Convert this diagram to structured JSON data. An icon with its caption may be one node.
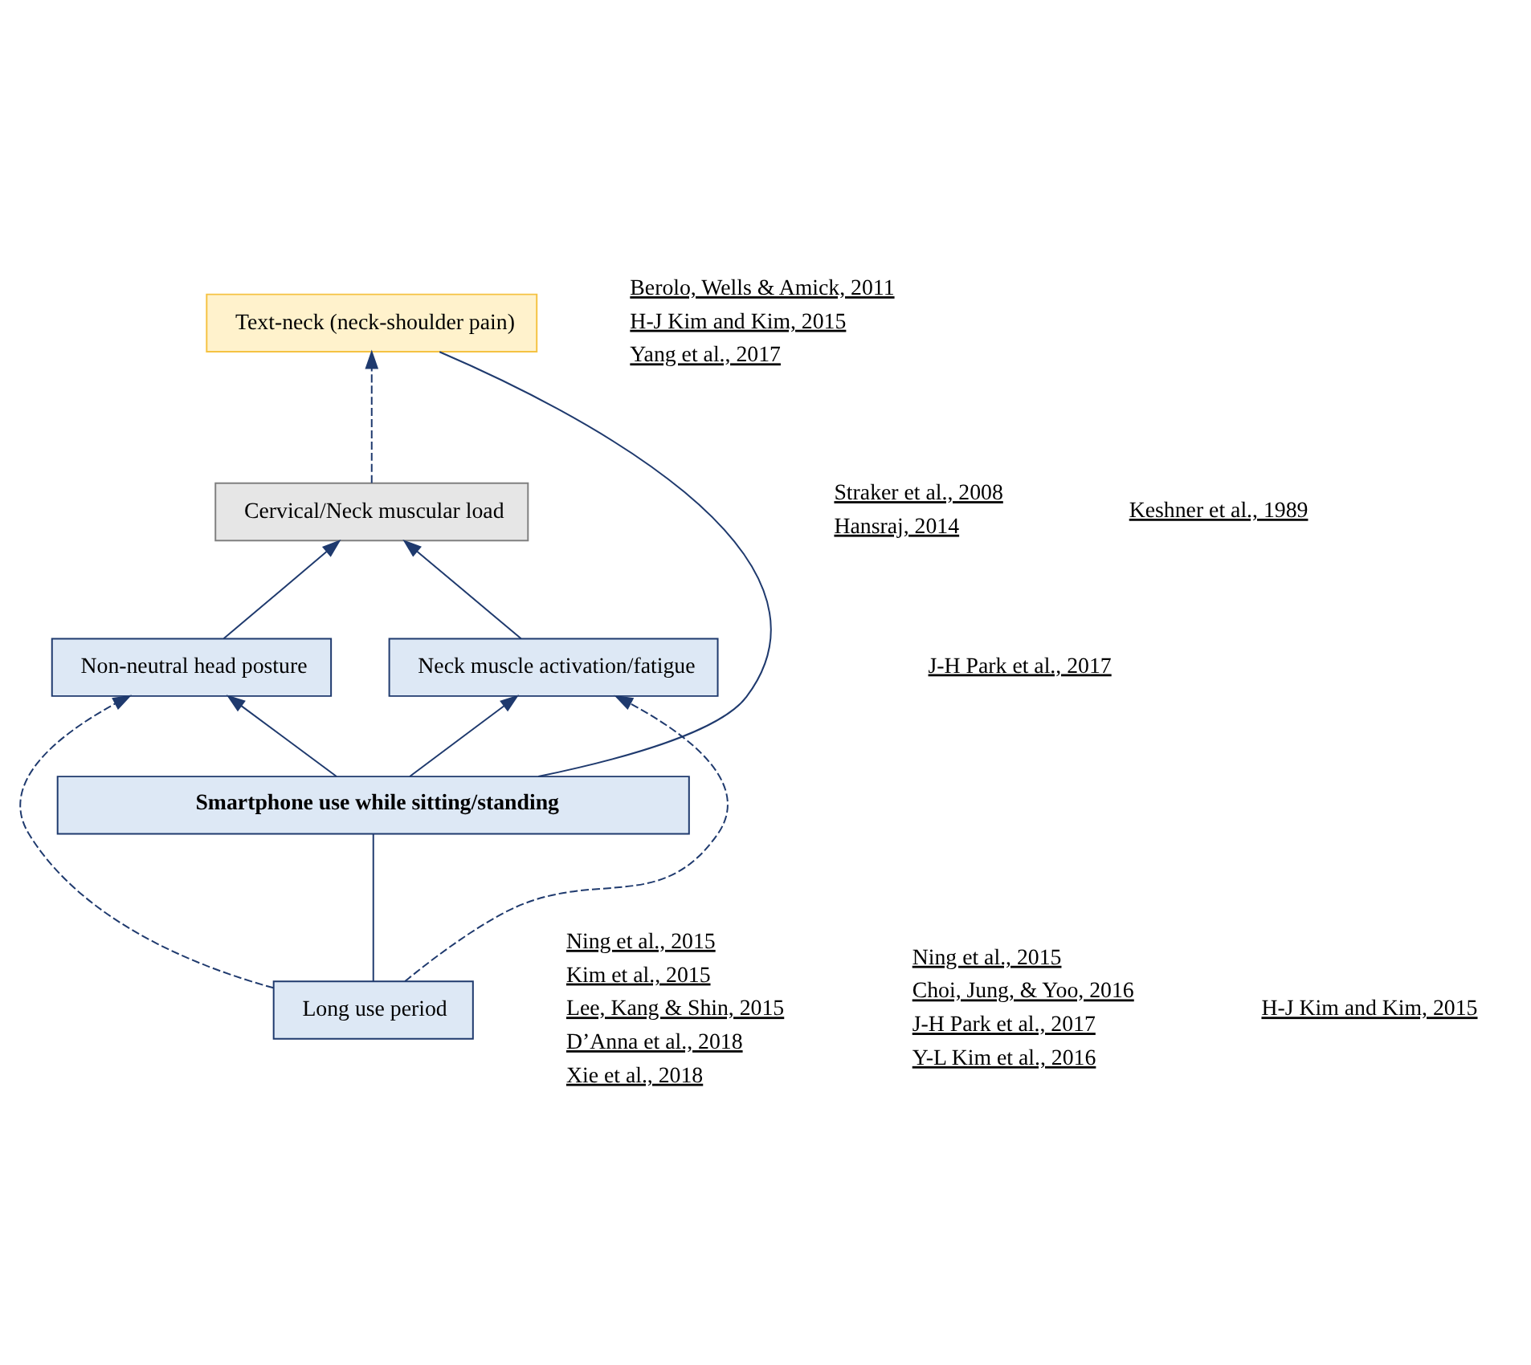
{
  "diagram": {
    "nodes": [
      {
        "text": [
          "Text-neck (neck-shoulder pain)"
        ]
      },
      {
        "text": [
          "Cervical/Neck muscular load"
        ]
      },
      {
        "text": [
          "Non-neutral head posture"
        ]
      },
      {
        "text": [
          "Neck muscle activation/fatigue"
        ]
      },
      {
        "text": [
          "Long use period"
        ]
      },
      {
        "text": [
          "Smartphone use while sitting/standing"
        ]
      }
    ],
    "edges": [
      {
        "from": 1,
        "to": 0,
        "arrow": "to",
        "style": "dashed"
      },
      {
        "from": 2,
        "to": 1,
        "arrow": "to"
      },
      {
        "from": 3,
        "to": 1,
        "arrow": "to"
      },
      {
        "from": 4,
        "to": 2,
        "arrow": "to",
        "style": "dashed"
      },
      {
        "from": 4,
        "to": 3,
        "arrow": "to",
        "style": "dashed"
      },
      {
        "from": 4,
        "to": 5,
        "arrow": "none"
      },
      {
        "from": 5,
        "to": 2,
        "arrow": "to"
      },
      {
        "from": 5,
        "to": 3,
        "arrow": "to"
      },
      {
        "from": 5,
        "to": 0,
        "arrow": "none"
      }
    ],
    "labels": [
      "Berolo, Wells & Amick, 2011",
      "H-J Kim and Kim, 2015",
      "Yang et al., 2017",
      "Straker et al., 2008",
      "Hansraj, 2014",
      "Keshner et al., 1989",
      "J-H Park et al., 2017",
      "Ning et al., 2015",
      "Kim et al., 2015",
      "Lee, Kang & Shin, 2015",
      "D’Anna et al., 2018",
      "Xie et al., 2018",
      "Ning et al., 2015",
      "Choi, Jung, & Yoo, 2016",
      "J-H Park et al., 2017",
      "Y-L Kim et al., 2016",
      "H-J Kim and Kim, 2015"
    ]
  }
}
